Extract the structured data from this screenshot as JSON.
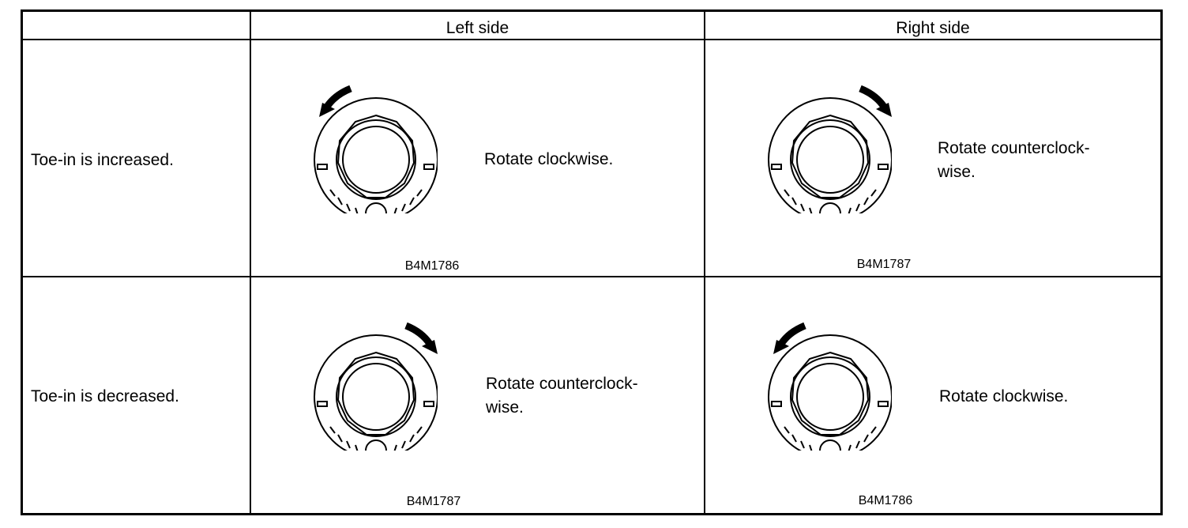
{
  "header": {
    "col_left": "Left side",
    "col_right": "Right side"
  },
  "rows": [
    {
      "label": "Toe-in is increased.",
      "left": {
        "instruction": "Rotate clockwise.",
        "figure_code": "B4M1786",
        "arrow": "counterclockwise-arrow"
      },
      "right": {
        "instruction": "Rotate counterclock-\nwise.",
        "figure_code": "B4M1787",
        "arrow": "clockwise-arrow"
      }
    },
    {
      "label": "Toe-in is decreased.",
      "left": {
        "instruction": "Rotate counterclock-\nwise.",
        "figure_code": "B4M1787",
        "arrow": "clockwise-arrow"
      },
      "right": {
        "instruction": "Rotate clockwise.",
        "figure_code": "B4M1786",
        "arrow": "counterclockwise-arrow"
      }
    }
  ]
}
